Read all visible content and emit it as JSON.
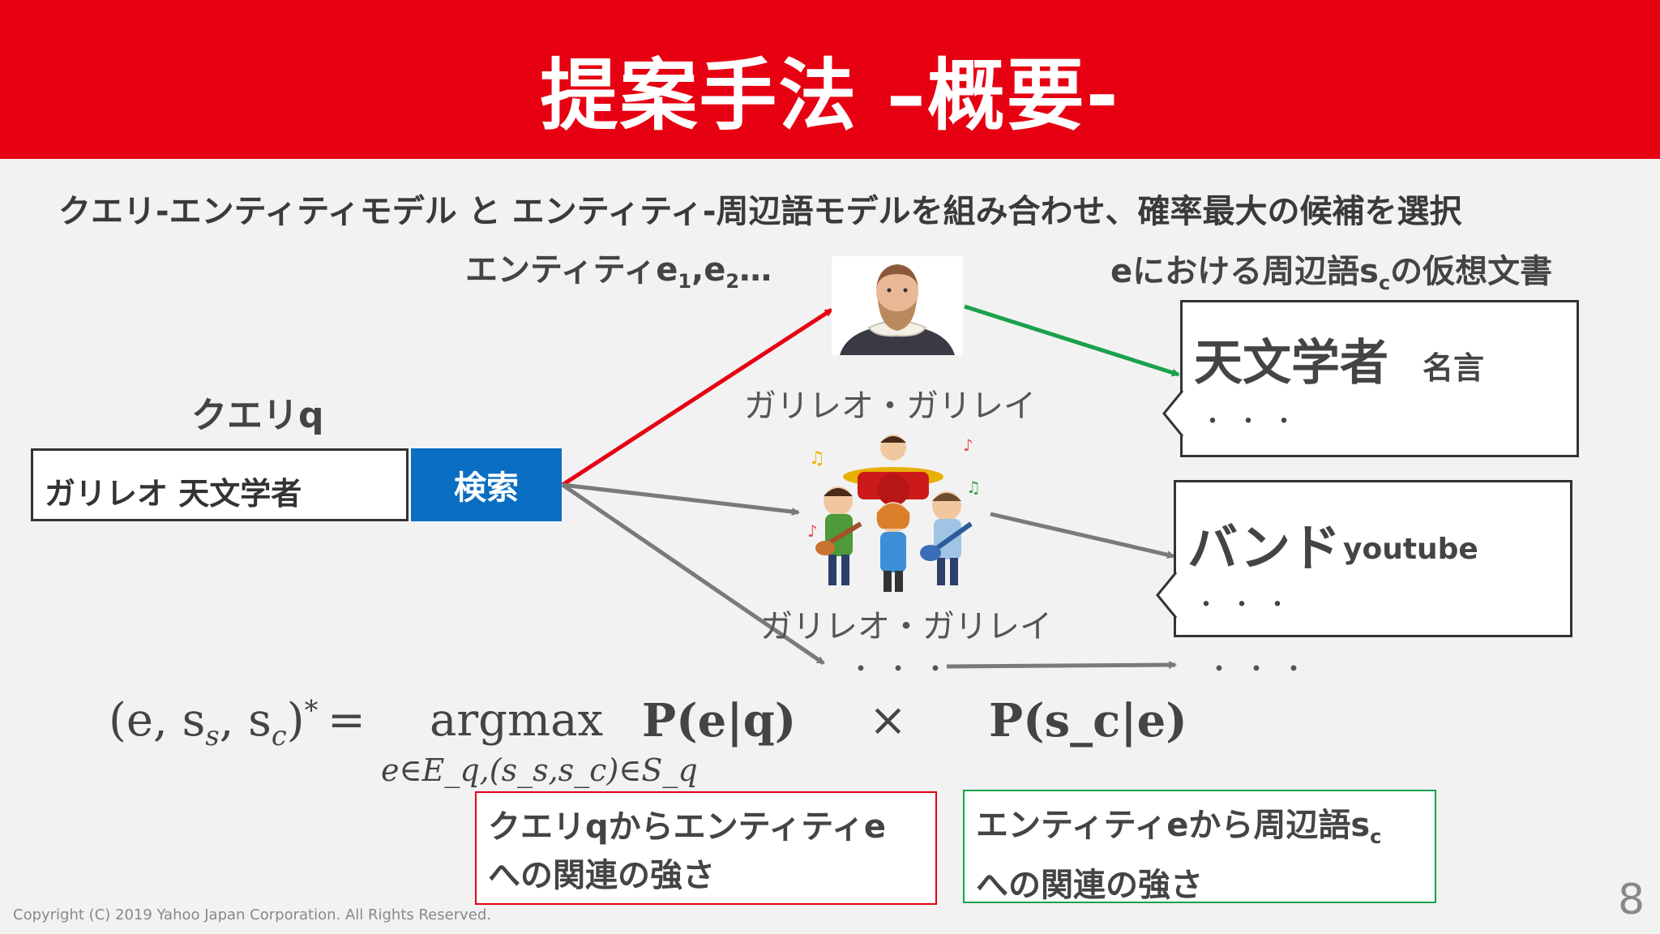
{
  "title": "提案手法 –概要-",
  "subtitle": "クエリ-エンティティモデル と エンティティ-周辺語モデルを組み合わせ、確率最大の候補を選択",
  "entity_label": {
    "text": "エンティティe",
    "sub1": "1",
    "sep": ",e",
    "sub2": "2",
    "suffix": "…"
  },
  "virtual_doc_label": {
    "prefix": "eにおける周辺語s",
    "sub": "c",
    "suffix": "の仮想文書"
  },
  "query_label": "クエリq",
  "query": {
    "value": "ガリレオ 天文学者",
    "button": "検索"
  },
  "entities": [
    {
      "name": "ガリレオ・ガリレイ",
      "icon": "galileo-portrait"
    },
    {
      "name": "ガリレオ・ガリレイ",
      "icon": "band-illustration"
    }
  ],
  "docs": [
    {
      "main": "天文学者",
      "sub": "名言",
      "dots": "・・・"
    },
    {
      "main": "バンド",
      "sub": "youtube",
      "dots": "・・・"
    }
  ],
  "more_dots": "・・・",
  "formula": {
    "lhs": "(e, s",
    "lhs_sub_s": "s",
    "lhs_mid": ", s",
    "lhs_sub_c": "c",
    "lhs_end": ")",
    "star": "*",
    "eq": "=",
    "argmax": "argmax",
    "under": "e∈E_q,(s_s,s_c)∈S_q",
    "p1": "P(e|q)",
    "times": "×",
    "p2": "P(s_c|e)"
  },
  "explain": [
    {
      "line1": "クエリqからエンティティe",
      "line2": "への関連の強さ"
    },
    {
      "line1_prefix": "エンティティeから周辺語s",
      "line1_sub": "c",
      "line2": "への関連の強さ"
    }
  ],
  "colors": {
    "accent": "#e60012",
    "search": "#0a6ec3",
    "green": "#1aa14b",
    "gray_arrow": "#7a7a7a"
  },
  "copyright": "Copyright (C) 2019 Yahoo Japan Corporation. All Rights Reserved.",
  "page_number": "8"
}
